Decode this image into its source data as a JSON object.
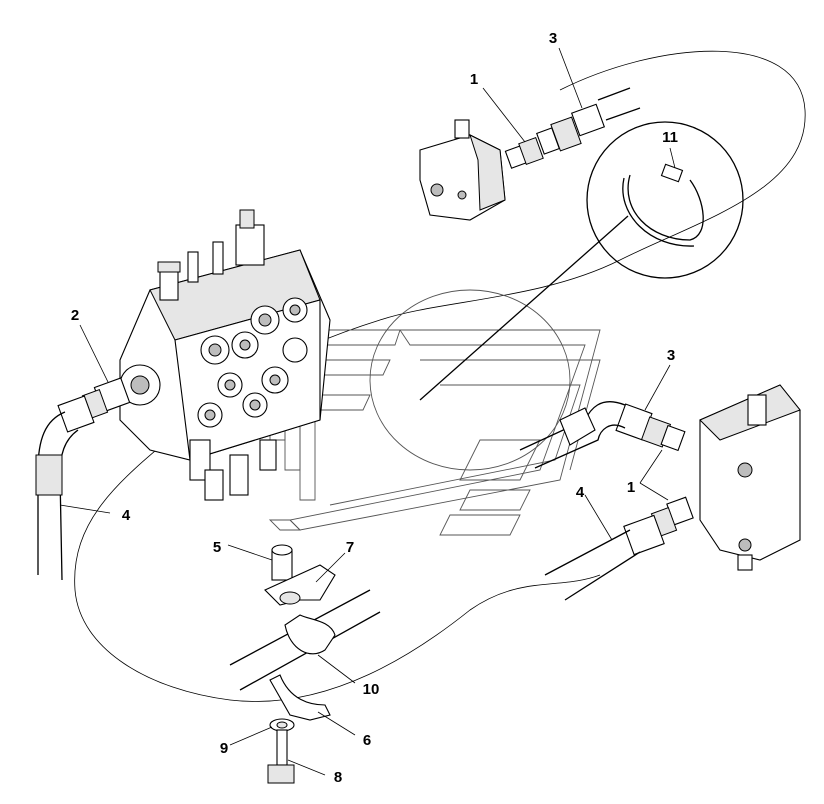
{
  "diagram": {
    "callouts": [
      {
        "id": "c1a",
        "label": "1"
      },
      {
        "id": "c3a",
        "label": "3"
      },
      {
        "id": "c11",
        "label": "11"
      },
      {
        "id": "c2",
        "label": "2"
      },
      {
        "id": "c4a",
        "label": "4"
      },
      {
        "id": "c3b",
        "label": "3"
      },
      {
        "id": "c1b",
        "label": "1"
      },
      {
        "id": "c4b",
        "label": "4"
      },
      {
        "id": "c5",
        "label": "5"
      },
      {
        "id": "c7",
        "label": "7"
      },
      {
        "id": "c10",
        "label": "10"
      },
      {
        "id": "c9",
        "label": "9"
      },
      {
        "id": "c6",
        "label": "6"
      },
      {
        "id": "c8",
        "label": "8"
      }
    ]
  }
}
